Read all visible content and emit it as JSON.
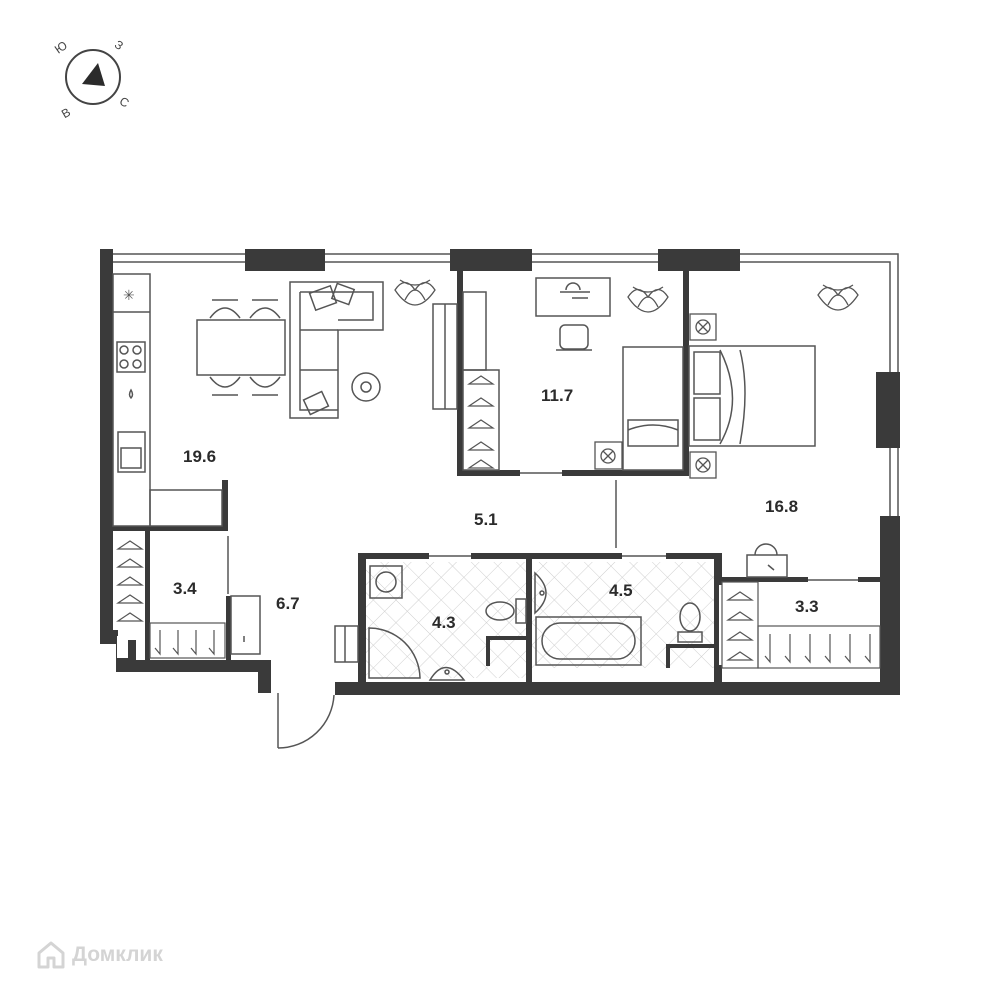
{
  "compass": {
    "north": "С",
    "south": "Ю",
    "east": "В",
    "west": "З"
  },
  "rooms": [
    {
      "id": "living-kitchen",
      "area": "19.6"
    },
    {
      "id": "bedroom-small",
      "area": "11.7"
    },
    {
      "id": "bedroom-master",
      "area": "16.8"
    },
    {
      "id": "hallway",
      "area": "5.1"
    },
    {
      "id": "entrance",
      "area": "6.7"
    },
    {
      "id": "closet-left",
      "area": "3.4"
    },
    {
      "id": "bathroom-shower",
      "area": "4.3"
    },
    {
      "id": "bathroom-tub",
      "area": "4.5"
    },
    {
      "id": "closet-right",
      "area": "3.3"
    }
  ],
  "watermark": {
    "text": "Домклик",
    "icon": "house-logo-icon"
  },
  "colors": {
    "wall": "#3a3a3a",
    "line": "#555555",
    "watermark": "#d4d4d4"
  }
}
